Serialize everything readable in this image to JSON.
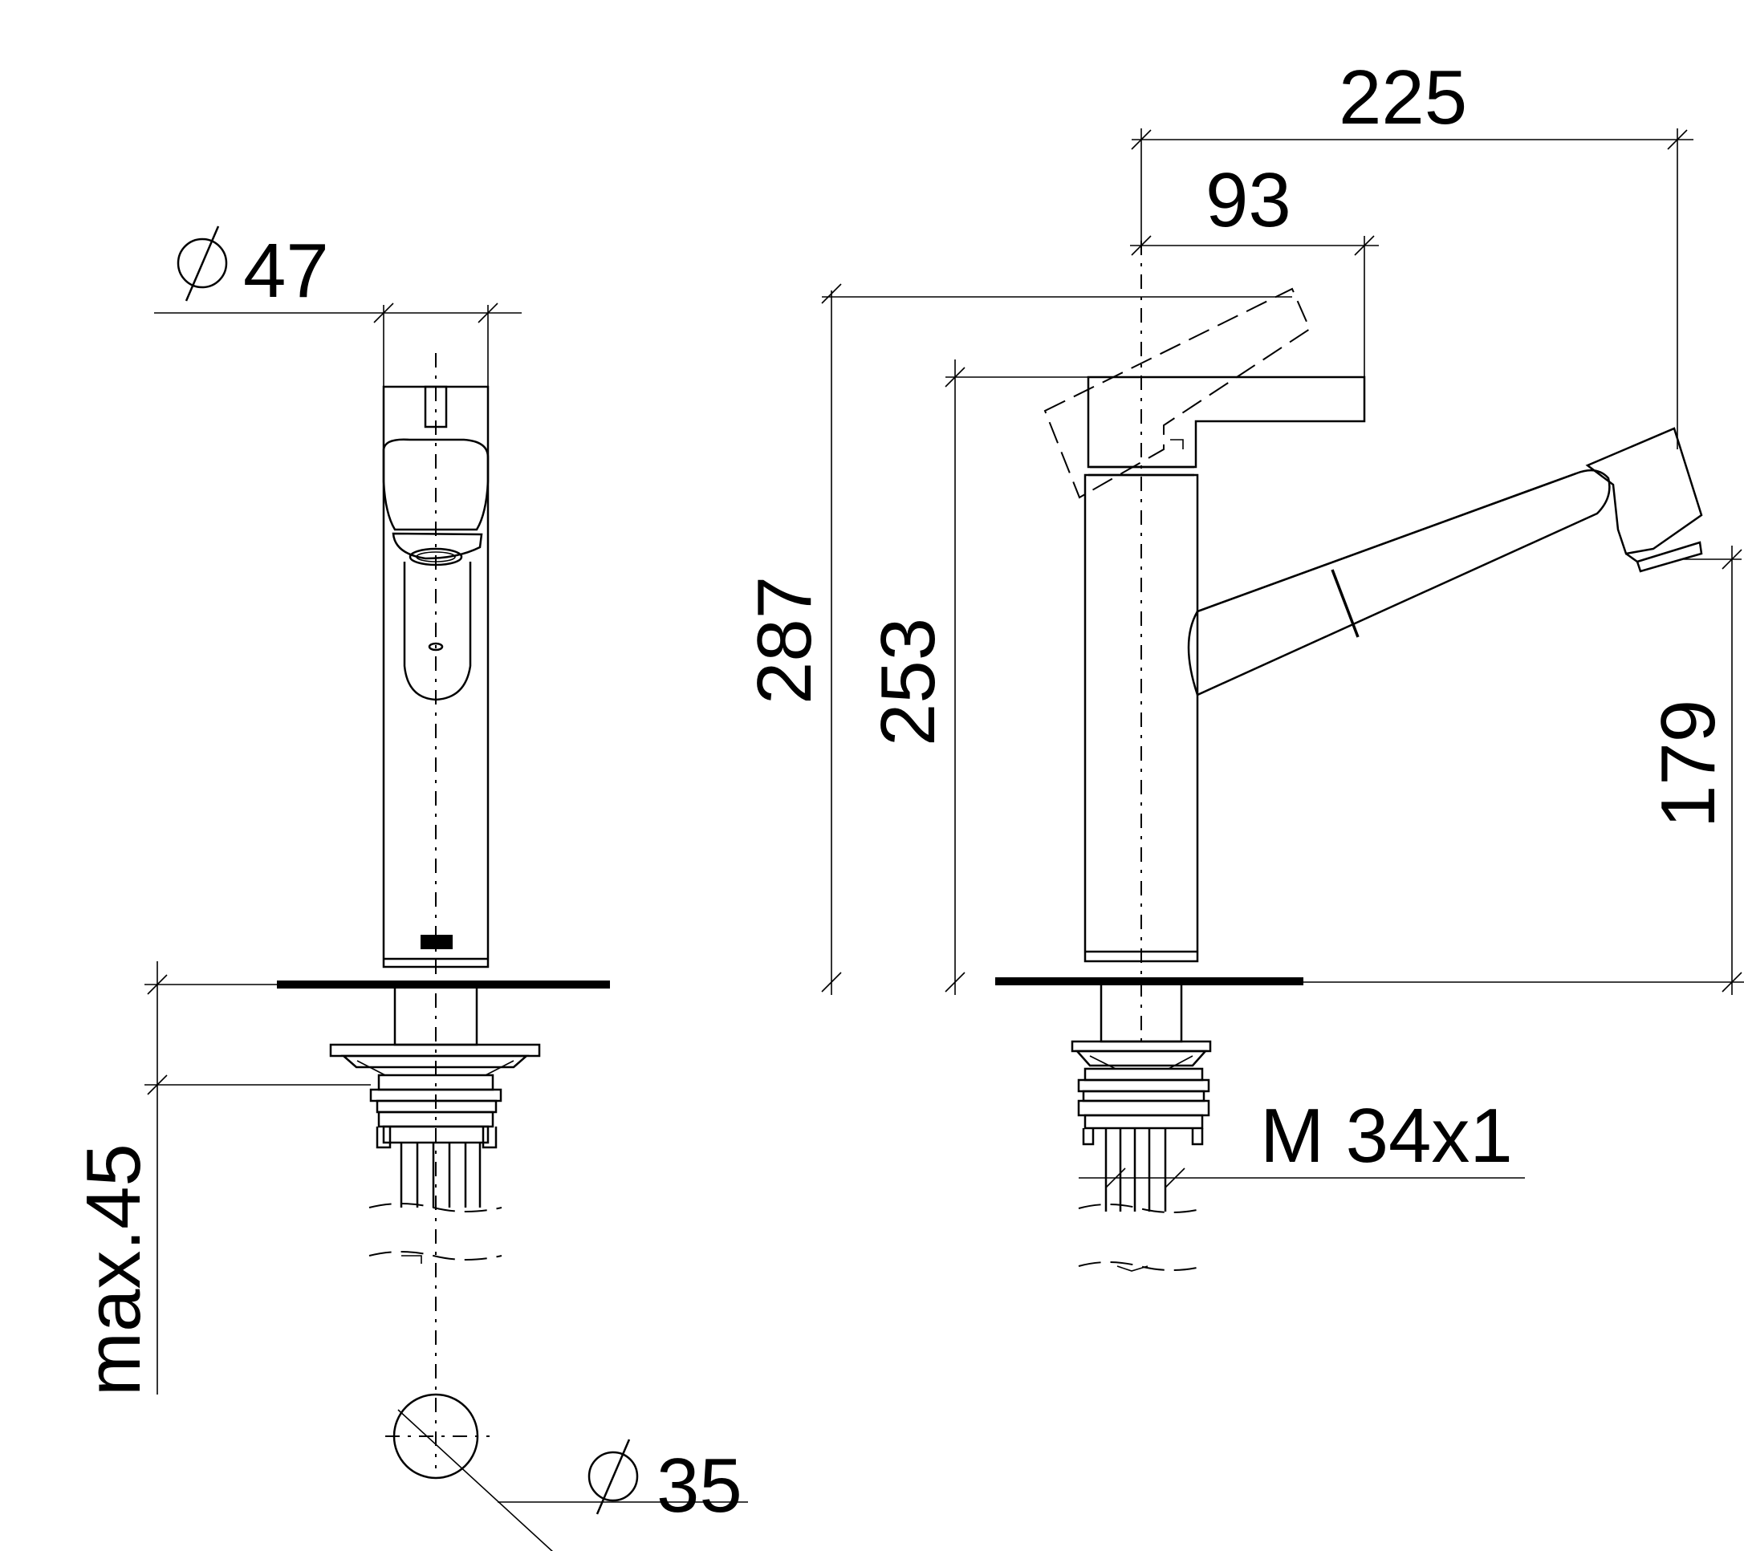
{
  "dimensions": {
    "diameter_body": "47",
    "diameter_hole": "35",
    "max_thickness": "max.45",
    "total_height": "287",
    "body_height": "253",
    "spout_outlet_height": "179",
    "total_projection": "225",
    "lever_projection": "93",
    "thread": "M 34x1"
  },
  "symbols": {
    "diameter": "diameter-symbol"
  }
}
